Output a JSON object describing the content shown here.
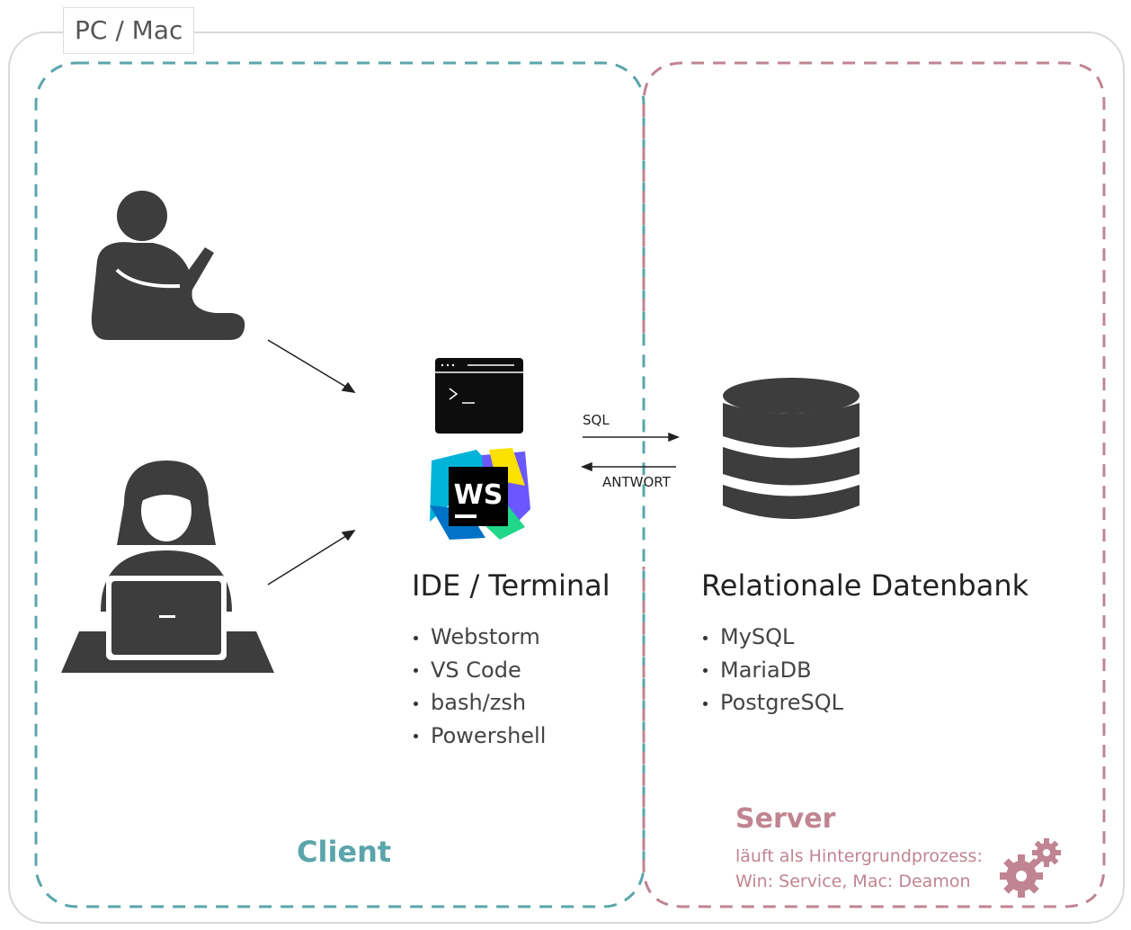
{
  "frame": {
    "label": "PC / Mac"
  },
  "client": {
    "title": "Client",
    "color": "#5aa5ab",
    "users": [
      "person-sitting-with-tablet-icon",
      "person-with-laptop-icon"
    ]
  },
  "ide": {
    "title": "IDE / Terminal",
    "icons": [
      "terminal-icon",
      "webstorm-logo"
    ],
    "logo_text": "WS",
    "items": [
      "Webstorm",
      "VS Code",
      "bash/zsh",
      "Powershell"
    ]
  },
  "flow": {
    "request_label": "SQL",
    "response_label": "ANTWORT"
  },
  "server": {
    "title": "Server",
    "color": "#c08493",
    "note_lines": [
      "läuft als Hintergrundprozess:",
      "Win: Service, Mac: Deamon"
    ],
    "icon": "gears-icon"
  },
  "database": {
    "title": "Relationale Datenbank",
    "icon": "database-icon",
    "items": [
      "MySQL",
      "MariaDB",
      "PostgreSQL"
    ]
  }
}
